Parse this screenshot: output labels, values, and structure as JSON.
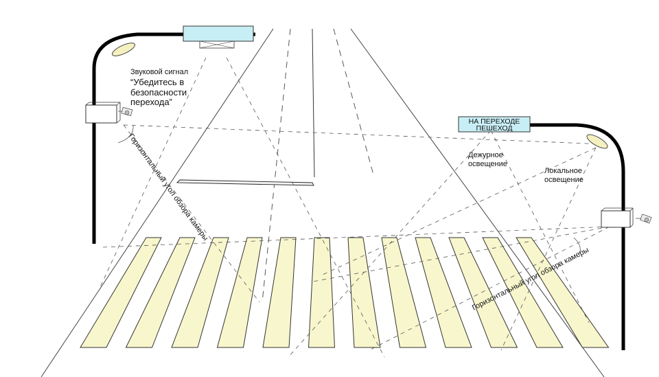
{
  "labels": {
    "sound_signal": [
      "Звуковой сигнал",
      "“Убедитесь в",
      "безопасности",
      "перехода”"
    ],
    "sign": [
      "НА ПЕРЕХОДЕ",
      "ПЕШЕХОД"
    ],
    "duty_lighting": [
      "Дежурное",
      "освещение"
    ],
    "local_lighting": [
      "Локальное",
      "освещение"
    ],
    "camera_angle_left": "Горизонтальный угол обзора камеры",
    "camera_angle_right": "Горизонтальный угол обзора камеры"
  },
  "colors": {
    "stripe_fill": "#f8f6cc",
    "sign_fill": "#c8eef5",
    "pole": "#000000",
    "lamp": "#f5f0c0"
  },
  "crosswalk": {
    "stripe_count": 12
  }
}
